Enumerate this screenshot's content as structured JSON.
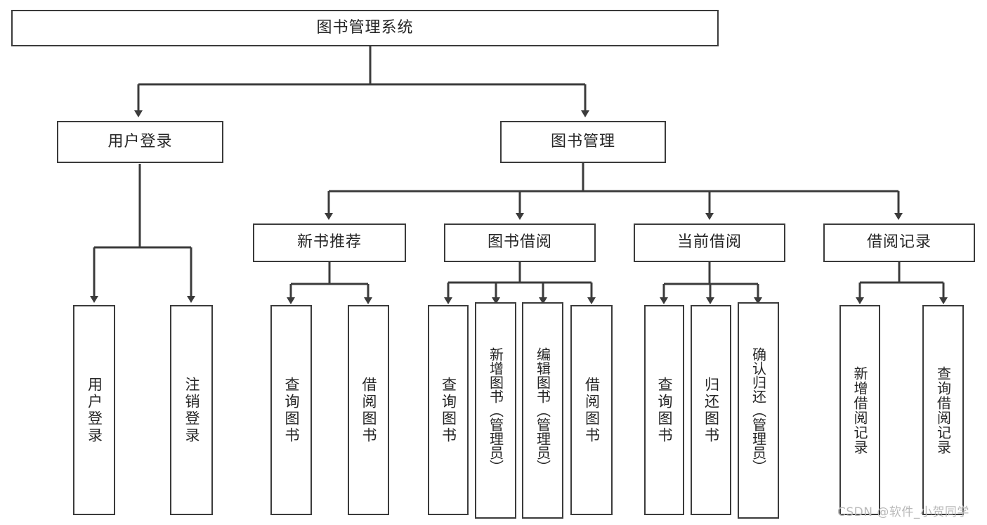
{
  "diagram": {
    "title": "图书管理系统",
    "type": "tree",
    "root": {
      "label": "图书管理系统"
    },
    "level2": [
      {
        "label": "用户登录"
      },
      {
        "label": "图书管理"
      }
    ],
    "level3": [
      {
        "label": "新书推荐"
      },
      {
        "label": "图书借阅"
      },
      {
        "label": "当前借阅"
      },
      {
        "label": "借阅记录"
      }
    ],
    "leaves": {
      "user_login": [
        {
          "label": "用户登录"
        },
        {
          "label": "注销登录"
        }
      ],
      "new_book": [
        {
          "label": "查询图书"
        },
        {
          "label": "借阅图书"
        }
      ],
      "borrow_book": [
        {
          "label": "查询图书"
        },
        {
          "label": "新增图书（管理员）"
        },
        {
          "label": "编辑图书（管理员）"
        },
        {
          "label": "借阅图书"
        }
      ],
      "current_borrow": [
        {
          "label": "查询图书"
        },
        {
          "label": "归还图书"
        },
        {
          "label": "确认归还（管理员）"
        }
      ],
      "borrow_record": [
        {
          "label": "新增借阅记录"
        },
        {
          "label": "查询借阅记录"
        }
      ]
    }
  },
  "watermark": {
    "text": "CSDN @软件_小贺同学"
  },
  "colors": {
    "stroke": "#3b3b3b",
    "fill": "#ffffff",
    "text": "#262626",
    "watermark": "#b9b9b9"
  }
}
